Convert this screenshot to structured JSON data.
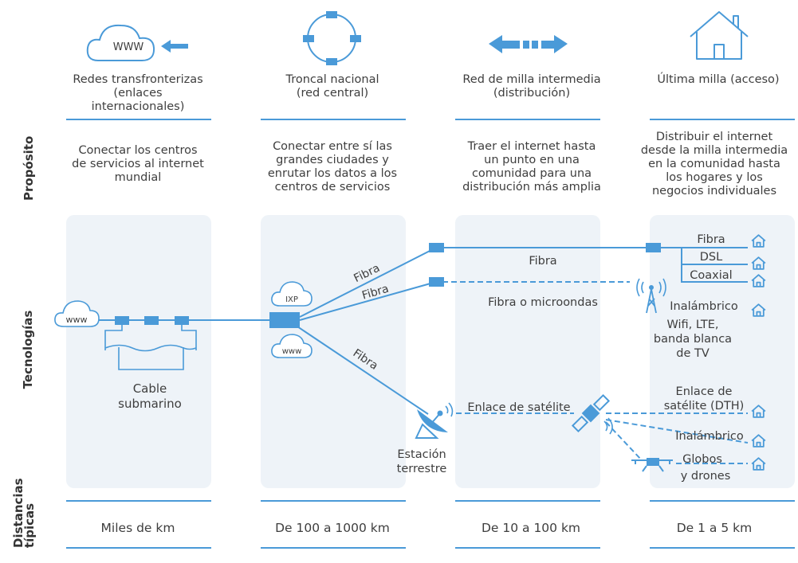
{
  "row_labels": {
    "purpose": "Propósito",
    "technologies": "Tecnologías",
    "distances_line1": "Distancias",
    "distances_line2": "típicas"
  },
  "columns": [
    {
      "title_lines": [
        "Redes transfronterizas",
        "(enlaces",
        "internacionales)"
      ],
      "purpose_lines": [
        "Conectar los centros",
        "de servicios al internet",
        "mundial"
      ],
      "distance": "Miles de km"
    },
    {
      "title_lines": [
        "Troncal nacional",
        "(red central)"
      ],
      "purpose_lines": [
        "Conectar entre sí las",
        "grandes ciudades y",
        "enrutar los datos a los",
        "centros de servicios"
      ],
      "distance": "De 100 a 1000 km"
    },
    {
      "title_lines": [
        "Red de milla intermedia",
        "(distribución)"
      ],
      "purpose_lines": [
        "Traer el internet hasta",
        "un punto en una",
        "comunidad para una",
        "distribución más amplia"
      ],
      "distance": "De 10 a 100 km"
    },
    {
      "title_lines": [
        "Última milla (acceso)"
      ],
      "purpose_lines": [
        "Distribuir el internet",
        "desde la milla intermedia",
        "en la comunidad hasta",
        "los hogares y los",
        "negocios individuales"
      ],
      "distance": "De 1 a 5 km"
    }
  ],
  "diagram": {
    "www_icon_text": "WWW",
    "cloud_www": "www",
    "cloud_ixp": "IXP",
    "cloud_www2": "www",
    "cable_lines": [
      "Cable",
      "submarino"
    ],
    "fibra_upper": "Fibra",
    "fibra_middle": "Fibra",
    "fibra_lower": "Fibra",
    "fibra_midmile": "Fibra",
    "fibra_micro": "Fibra o microondas",
    "station_lines": [
      "Estación",
      "terrestre"
    ],
    "satellite_link": "Enlace de satélite",
    "lm_fibra": "Fibra",
    "lm_dsl": "DSL",
    "lm_coaxial": "Coaxial",
    "lm_inalambrico": "Inalámbrico",
    "lm_wifi_lines": [
      "Wifi, LTE,",
      "banda blanca",
      "de TV"
    ],
    "lm_dth_lines": [
      "Enlace de",
      "satélite (DTH)"
    ],
    "lm_inalambrico2": "Inalámbrico",
    "lm_globos_lines": [
      "Globos",
      "y drones"
    ]
  },
  "colors": {
    "accent": "#4a9ad8",
    "panel": "#eef3f8",
    "text": "#3e3e3e"
  }
}
